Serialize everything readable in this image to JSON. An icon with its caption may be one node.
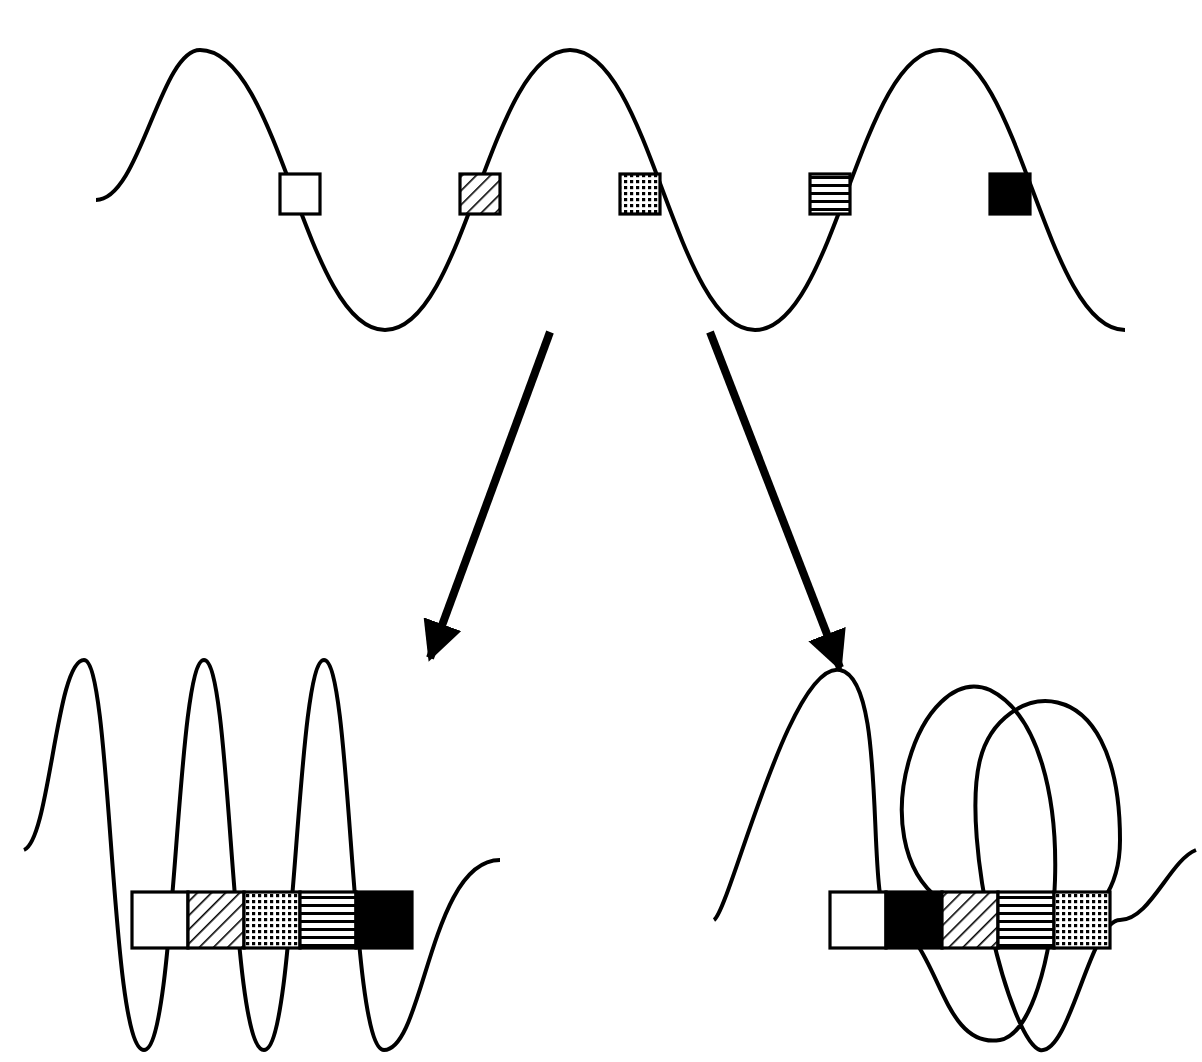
{
  "diagram": {
    "nodes": [
      {
        "text": [],
        "shape": "picture"
      },
      {
        "text": [],
        "shape": "picture"
      },
      {
        "text": [],
        "shape": "picture"
      }
    ],
    "edges": [
      {
        "from": 0,
        "to": 1,
        "arrow": "to"
      },
      {
        "from": 0,
        "to": 2,
        "arrow": "to"
      }
    ]
  }
}
